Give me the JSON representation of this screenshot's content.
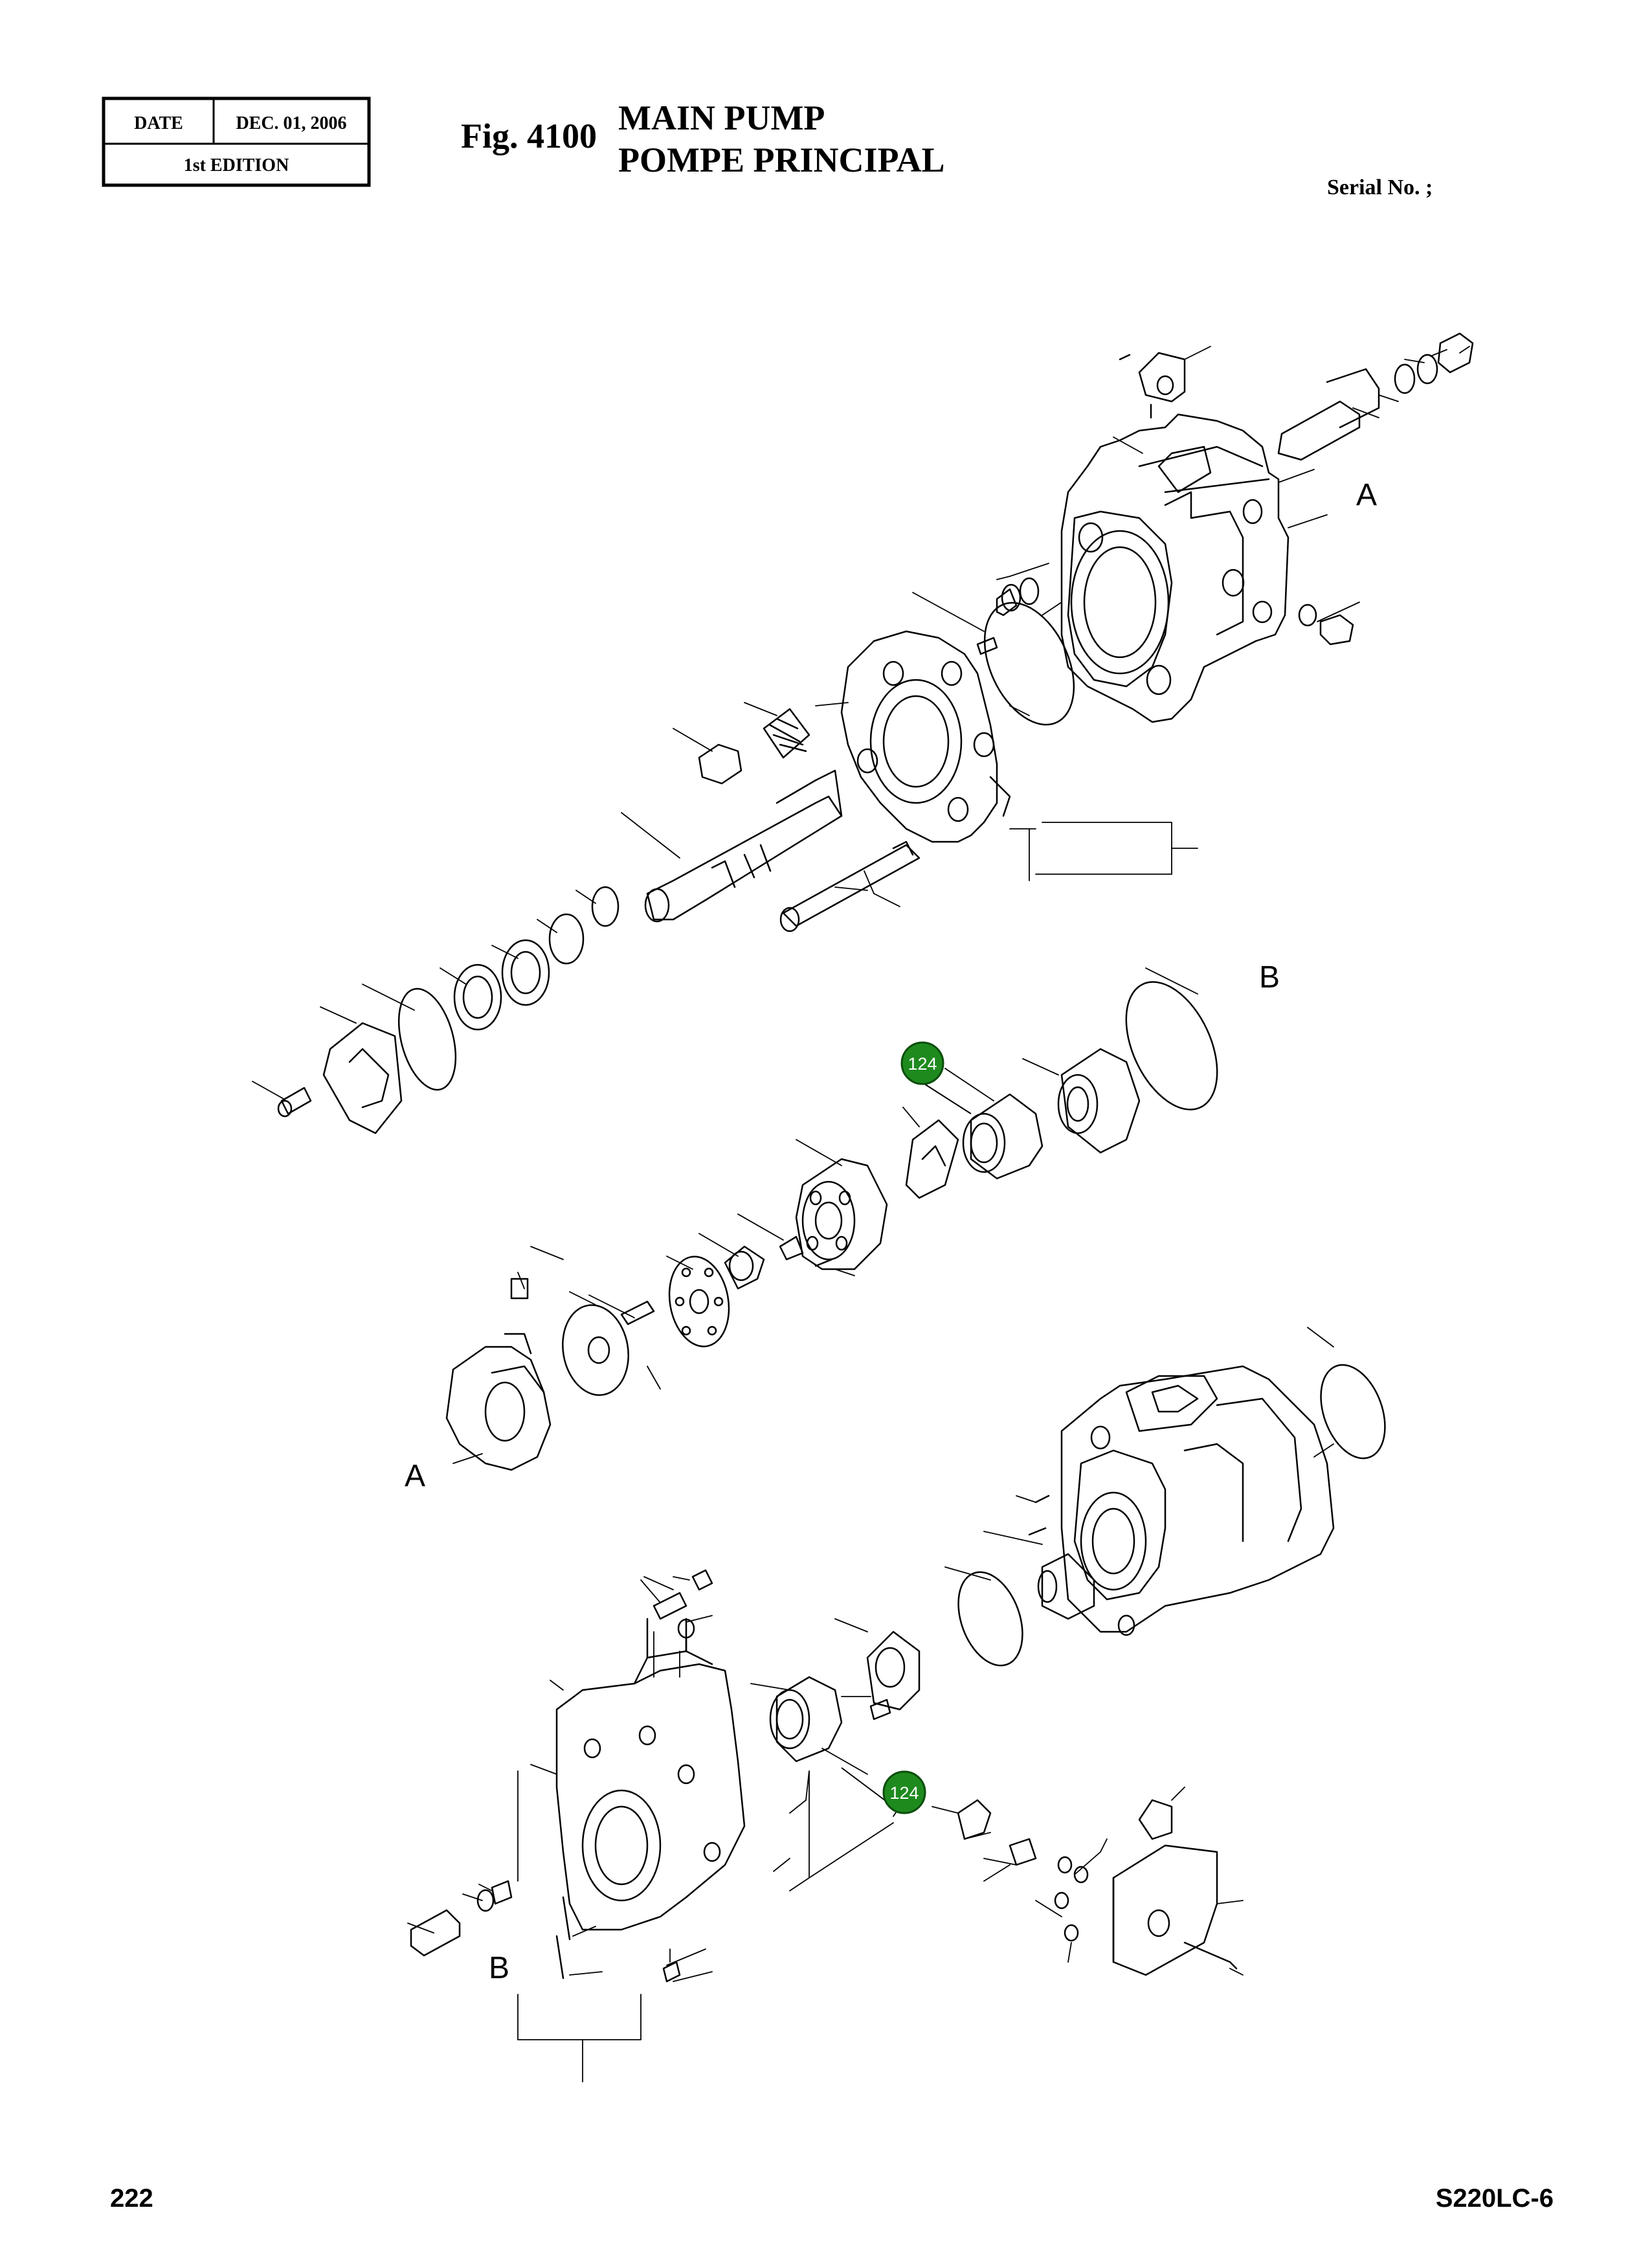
{
  "header": {
    "date_label": "DATE",
    "date_value": "DEC. 01, 2006",
    "edition": "1st EDITION",
    "fig_label": "Fig. 4100",
    "title_line1": "MAIN  PUMP",
    "title_line2": "POMPE  PRINCIPAL",
    "serial_label": "Serial No. ;"
  },
  "diagram": {
    "ref_labels": {
      "a_top": "A",
      "b_top": "B",
      "a_bottom": "A",
      "b_bottom": "B"
    },
    "callouts": [
      {
        "number": "124",
        "color": "#1e8a1e"
      },
      {
        "number": "124",
        "color": "#1e8a1e"
      }
    ]
  },
  "footer": {
    "page_number": "222",
    "model": "S220LC-6"
  }
}
